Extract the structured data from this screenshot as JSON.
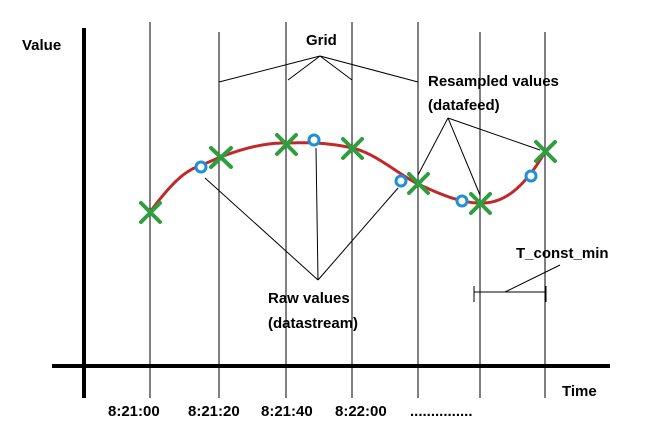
{
  "axes": {
    "y_label": "Value",
    "x_label": "Time"
  },
  "ticks": [
    "8:21:00",
    "8:21:20",
    "8:21:40",
    "8:22:00",
    "..............."
  ],
  "annotations": {
    "grid": "Grid",
    "resampled_line1": "Resampled values",
    "resampled_line2": "(datafeed)",
    "raw_line1": "Raw values",
    "raw_line2": "(datastream)",
    "t_const_min": "T_const_min"
  },
  "colors": {
    "axis": "#000000",
    "curve": "#c0282a",
    "raw_marker": "#1e90d6",
    "resampled_marker": "#2e9e3e"
  },
  "markers": {
    "raw": "blue-circle",
    "resampled": "green-cross"
  }
}
